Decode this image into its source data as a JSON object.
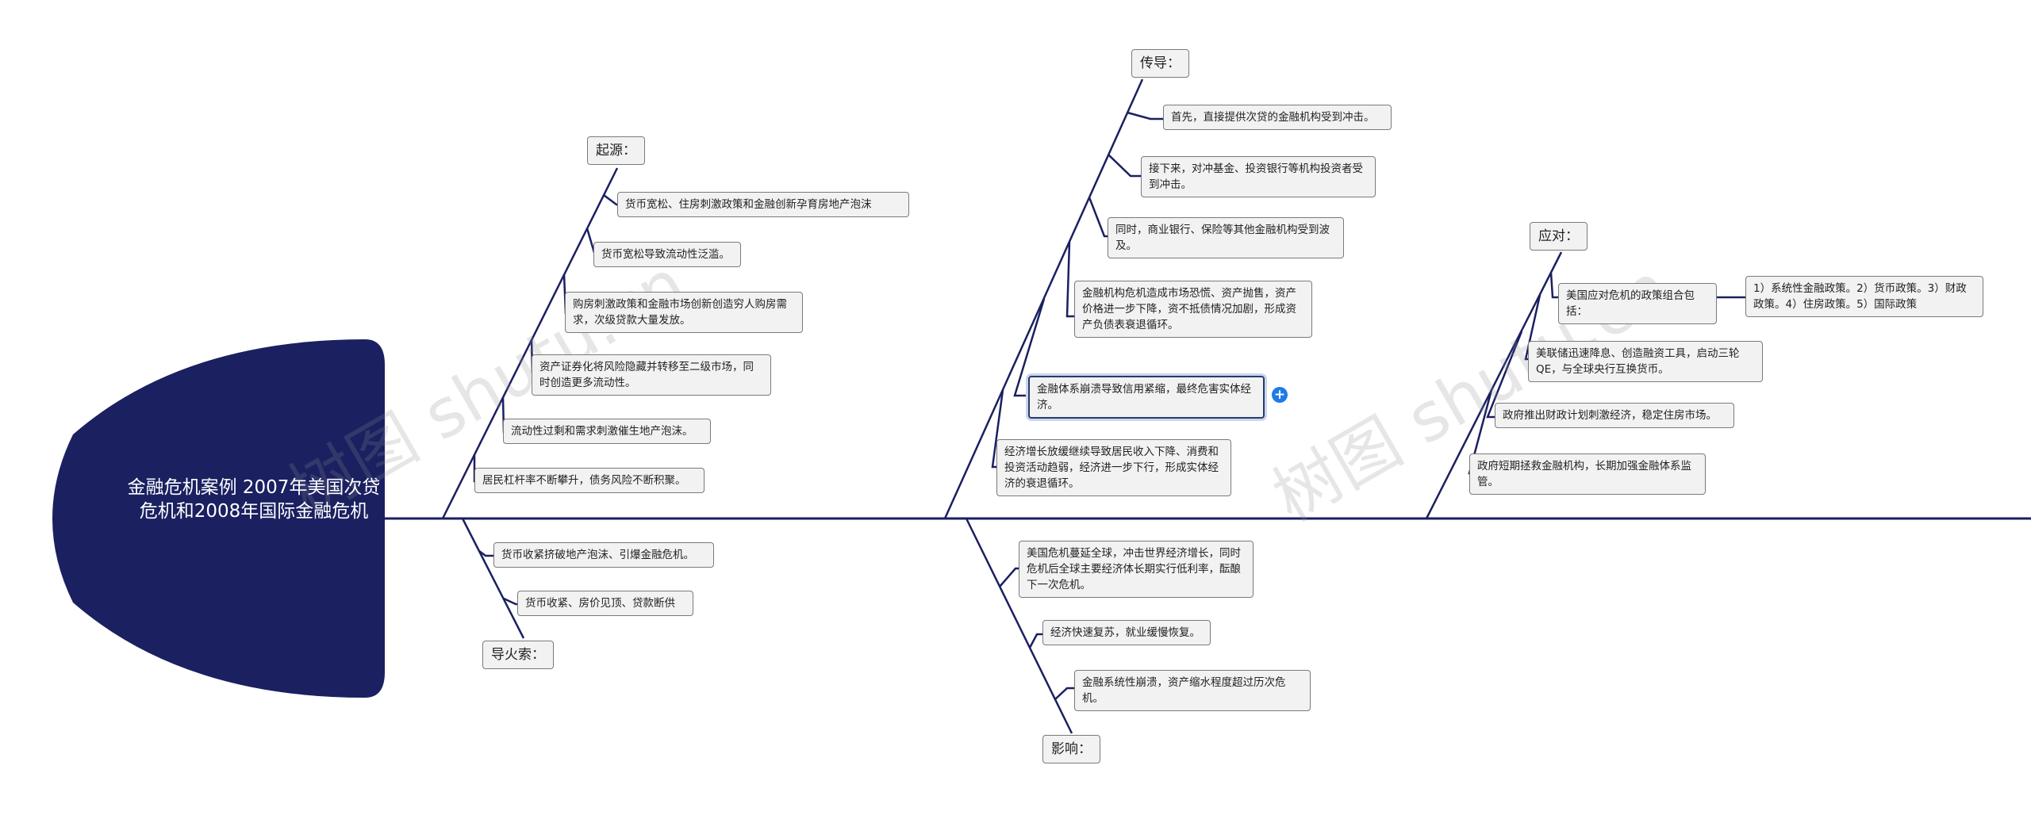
{
  "central_topic": "金融危机案例 2007年美国次贷危机和2008年国际金融危机",
  "watermark": "树图 shutu.cn",
  "colors": {
    "head_fill": "#1a2060",
    "spine": "#1a2060",
    "node_fill": "#f2f2f2",
    "node_border": "#7a7a7a",
    "expand_button": "#1e7be6"
  },
  "expand_icon": "plus-circle-icon",
  "categories": {
    "origin": {
      "label": "起源：",
      "items": [
        "货币宽松、住房刺激政策和金融创新孕育房地产泡沫",
        "货币宽松导致流动性泛滥。",
        "购房刺激政策和金融市场创新创造穷人购房需求，次级贷款大量发放。",
        "资产证券化将风险隐藏并转移至二级市场，同时创造更多流动性。",
        "流动性过剩和需求刺激催生地产泡沫。",
        "居民杠杆率不断攀升，债务风险不断积聚。"
      ]
    },
    "fuse": {
      "label": "导火索：",
      "items": [
        "货币收紧挤破地产泡沫、引爆金融危机。",
        "货币收紧、房价见顶、贷款断供"
      ]
    },
    "transmission": {
      "label": "传导：",
      "items": [
        "首先，直接提供次贷的金融机构受到冲击。",
        "接下来，对冲基金、投资银行等机构投资者受到冲击。",
        "同时，商业银行、保险等其他金融机构受到波及。",
        "金融机构危机造成市场恐慌、资产抛售，资产价格进一步下降，资不抵债情况加剧，形成资产负债表衰退循环。",
        "金融体系崩溃导致信用紧缩，最终危害实体经济。",
        "经济增长放缓继续导致居民收入下降、消费和投资活动趋弱，经济进一步下行，形成实体经济的衰退循环。"
      ]
    },
    "impact": {
      "label": "影响：",
      "items": [
        "美国危机蔓延全球，冲击世界经济增长，同时危机后全球主要经济体长期实行低利率，酝酿下一次危机。",
        "经济快速复苏，就业缓慢恢复。",
        "金融系统性崩溃，资产缩水程度超过历次危机。"
      ]
    },
    "response": {
      "label": "应对：",
      "items": [
        "美国应对危机的政策组合包括：",
        "美联储迅速降息、创造融资工具，启动三轮QE，与全球央行互换货币。",
        "政府推出财政计划刺激经济，稳定住房市场。",
        "政府短期拯救金融机构，长期加强金融体系监管。"
      ],
      "sub_items": [
        "1）系统性金融政策。2）货币政策。3）财政政策。4）住房政策。5）国际政策"
      ]
    }
  }
}
